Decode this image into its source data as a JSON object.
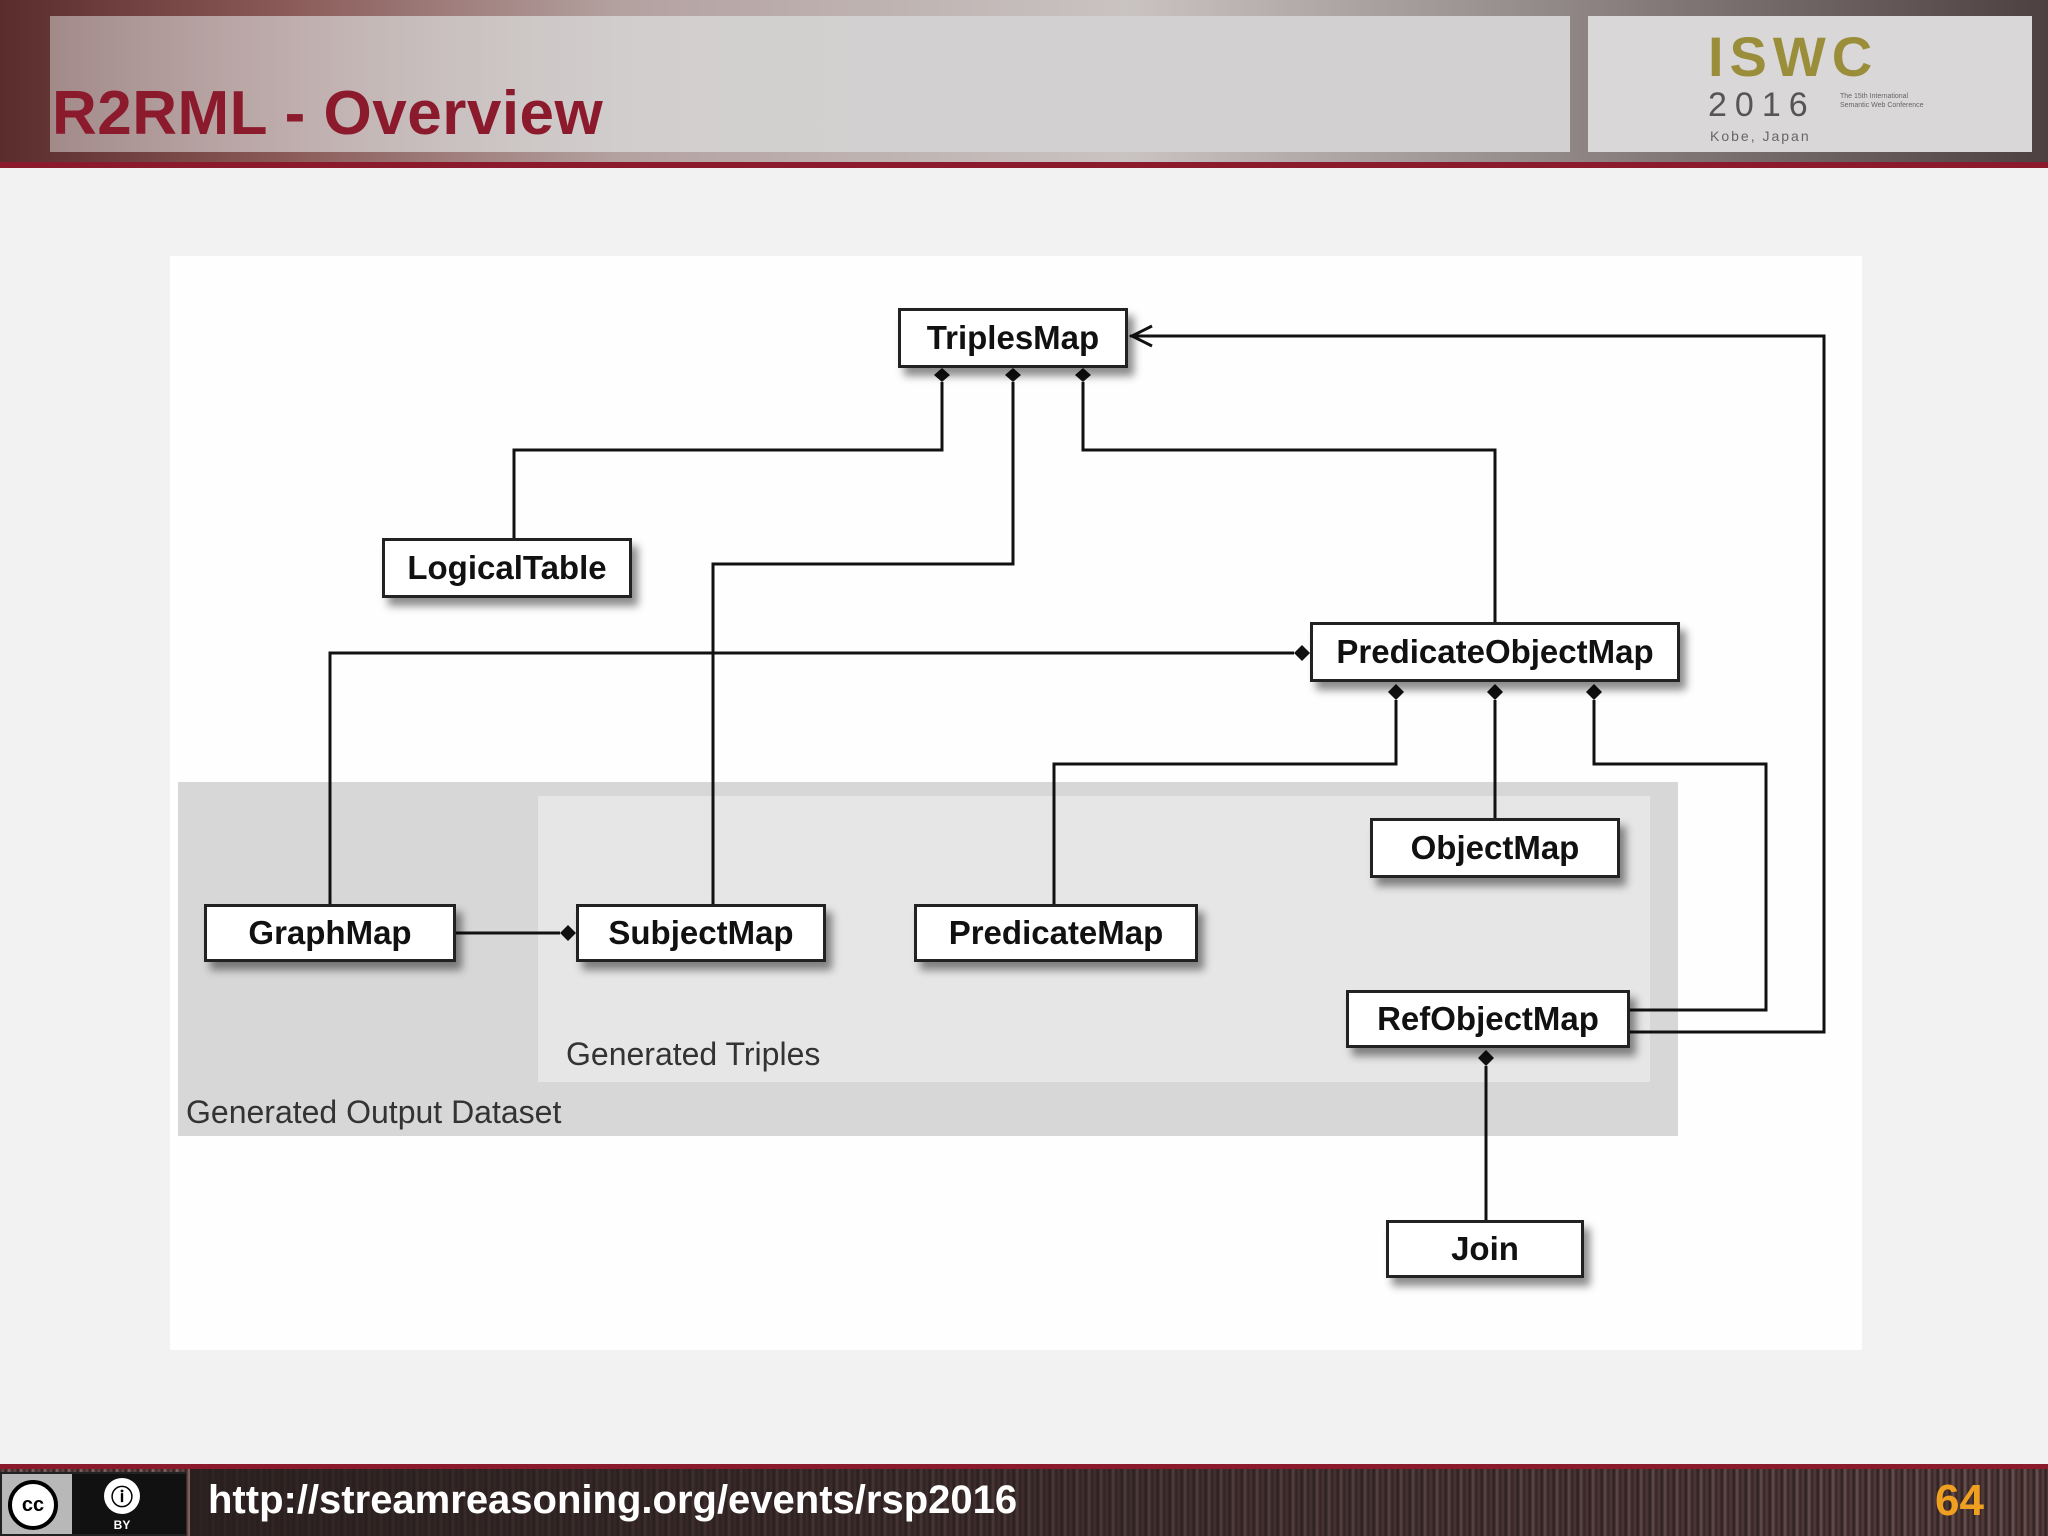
{
  "slide": {
    "title": "R2RML - Overview",
    "footer_url": "http://streamreasoning.org/events/rsp2016",
    "page_number": "64",
    "accent_color": "#8b1a2c"
  },
  "logo": {
    "letters": "ISWC",
    "year": "2016",
    "city": "Kobe, Japan",
    "conference": "The 15th International Semantic Web Conference"
  },
  "license": {
    "cc_label": "cc",
    "by_label": "BY"
  },
  "diagram": {
    "nodes": {
      "triples_map": "TriplesMap",
      "logical_table": "LogicalTable",
      "predicate_object_map": "PredicateObjectMap",
      "object_map": "ObjectMap",
      "graph_map": "GraphMap",
      "subject_map": "SubjectMap",
      "predicate_map": "PredicateMap",
      "ref_object_map": "RefObjectMap",
      "join": "Join"
    },
    "regions": {
      "generated_triples": "Generated Triples",
      "generated_output_dataset": "Generated Output Dataset"
    }
  }
}
